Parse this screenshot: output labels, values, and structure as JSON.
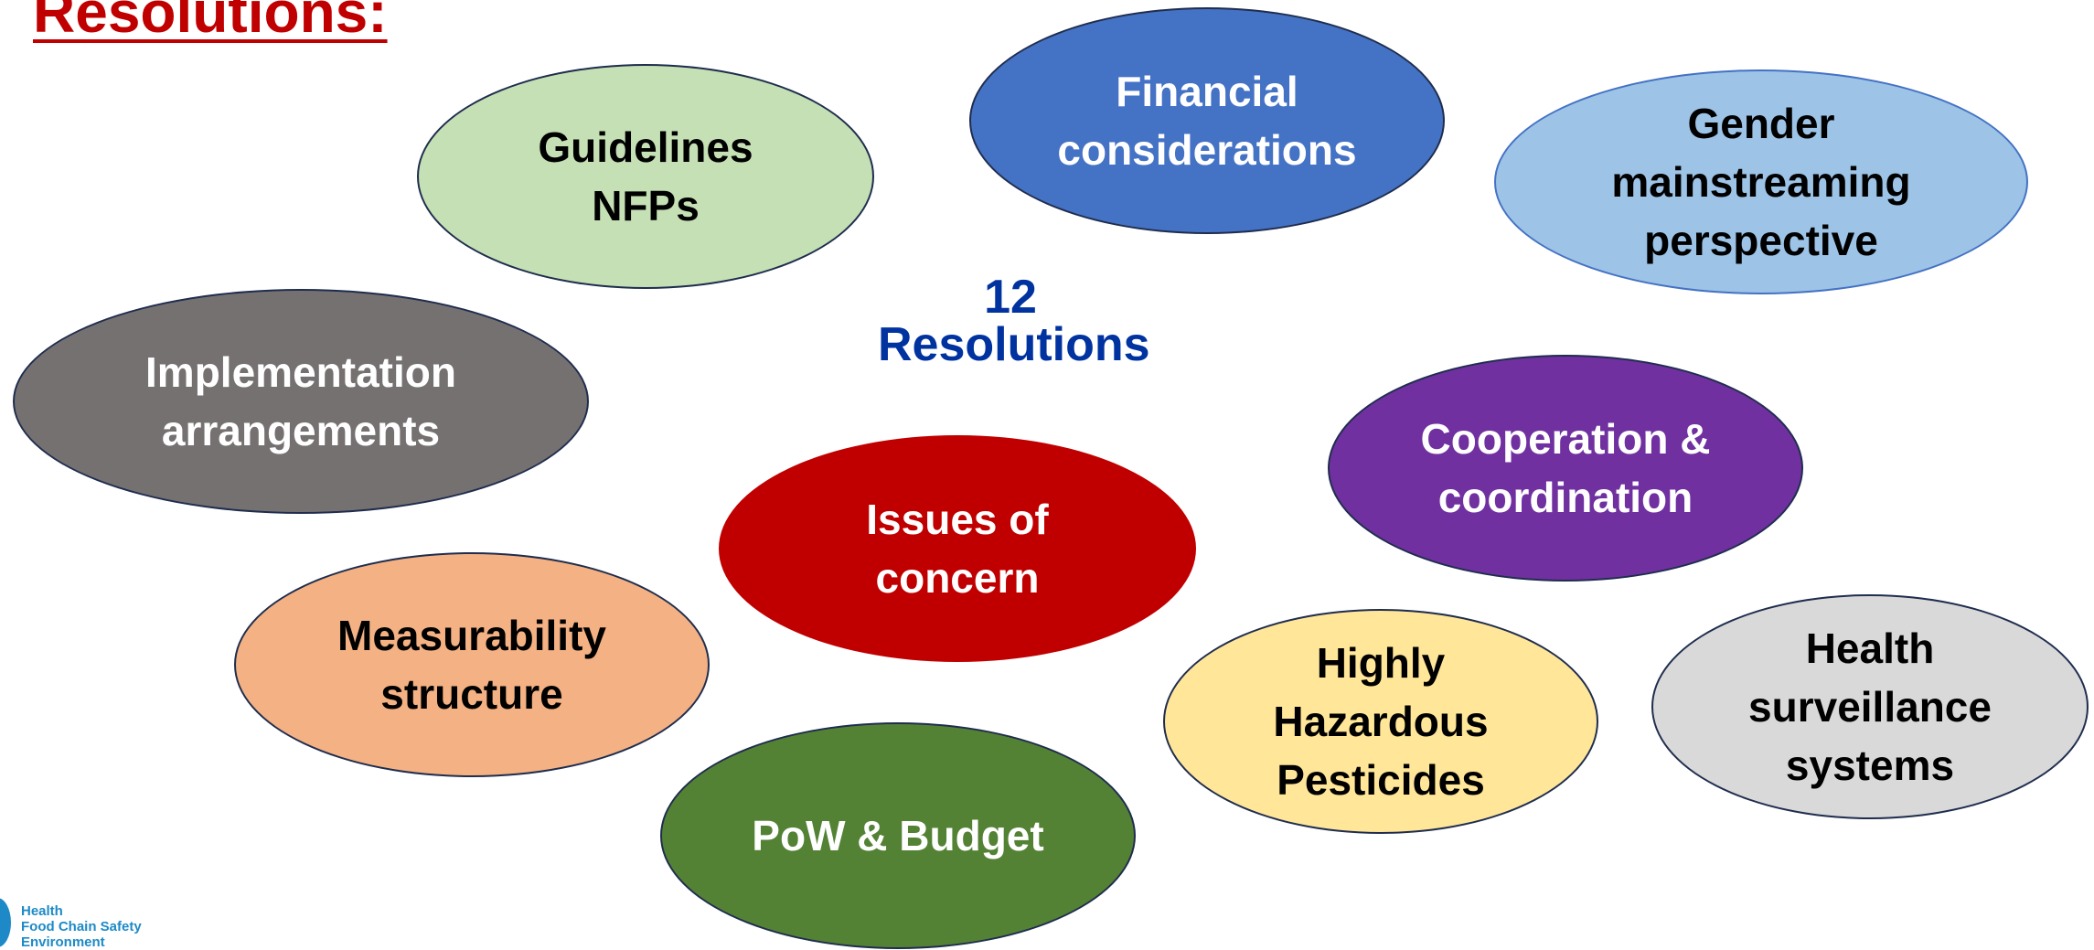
{
  "title": "Resolutions:",
  "center": {
    "count": "12",
    "label": "Resolutions"
  },
  "nodes": [
    {
      "label": "Guidelines\nNFPs",
      "fill": "#c5e0b4",
      "text_color": "#000000"
    },
    {
      "label": "Financial\nconsiderations",
      "fill": "#4472c4",
      "text_color": "#ffffff"
    },
    {
      "label": "Gender\nmainstreaming\nperspective",
      "fill": "#9dc3e6",
      "text_color": "#000000"
    },
    {
      "label": "Implementation\narrangements",
      "fill": "#767171",
      "text_color": "#ffffff"
    },
    {
      "label": "Cooperation &\ncoordination",
      "fill": "#7030a0",
      "text_color": "#ffffff"
    },
    {
      "label": "Issues of\nconcern",
      "fill": "#c00000",
      "text_color": "#ffffff"
    },
    {
      "label": "Measurability\nstructure",
      "fill": "#f4b183",
      "text_color": "#000000"
    },
    {
      "label": "Highly\nHazardous\nPesticides",
      "fill": "#ffe699",
      "text_color": "#000000"
    },
    {
      "label": "Health\nsurveillance\nsystems",
      "fill": "#d9d9d9",
      "text_color": "#000000"
    },
    {
      "label": "PoW & Budget",
      "fill": "#548235",
      "text_color": "#ffffff"
    }
  ],
  "logo": {
    "lines": [
      "Health",
      "Food Chain Safety",
      "Environment"
    ],
    "color": "#1d8ac7"
  }
}
